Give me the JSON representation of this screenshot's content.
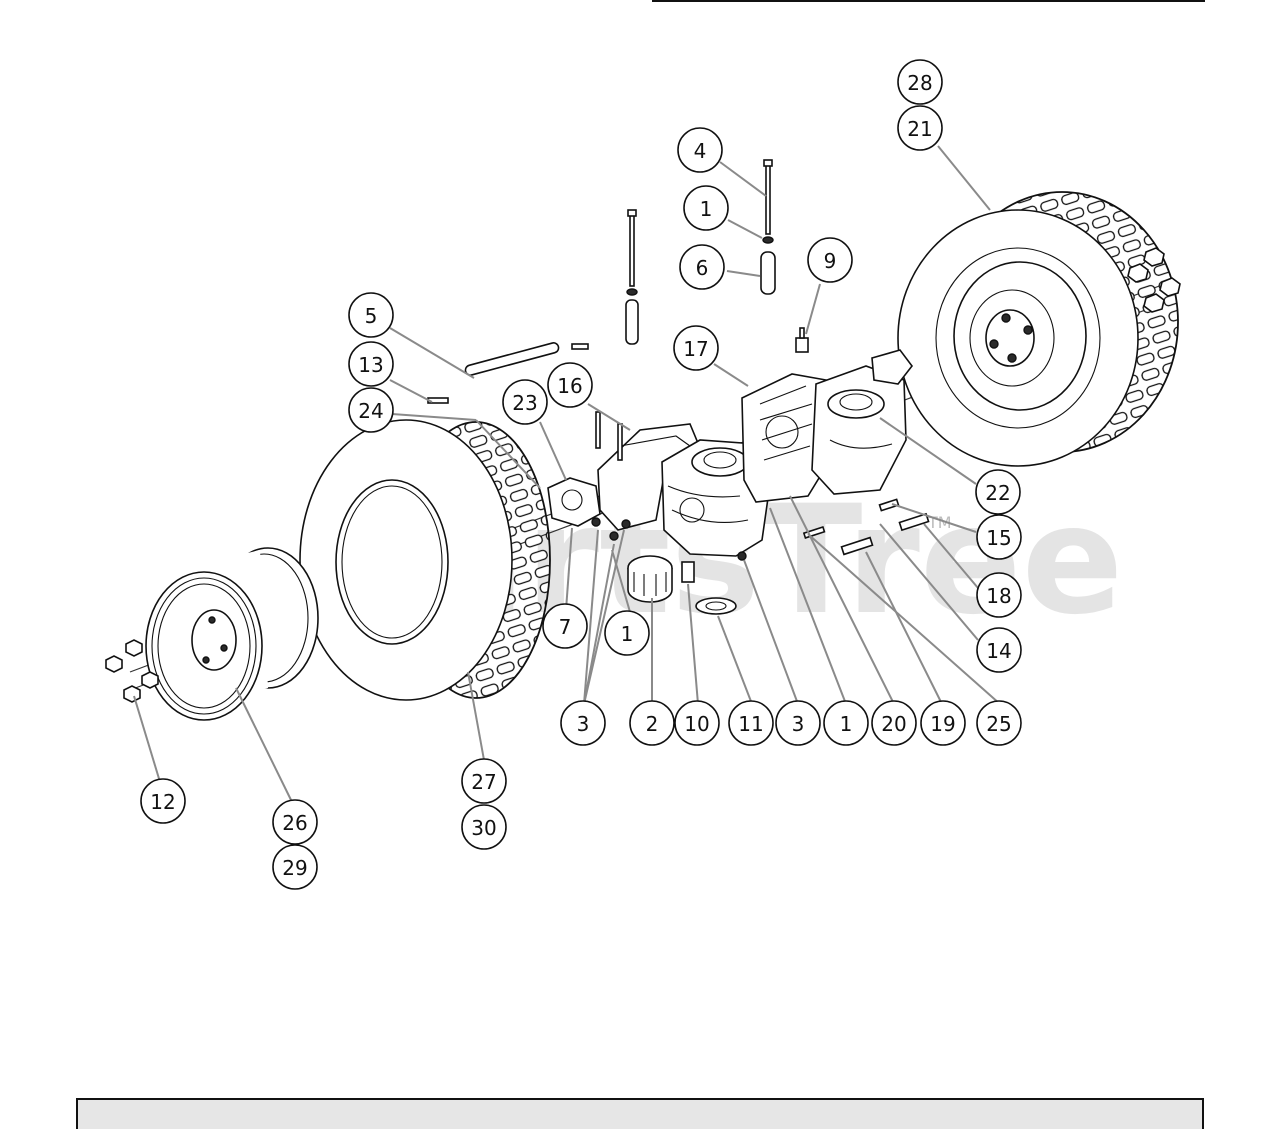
{
  "watermark": {
    "text": "PartsTree",
    "tm": "TM"
  },
  "callouts": [
    {
      "id": "c28",
      "label": "28"
    },
    {
      "id": "c21",
      "label": "21"
    },
    {
      "id": "c4",
      "label": "4"
    },
    {
      "id": "c1a",
      "label": "1"
    },
    {
      "id": "c6",
      "label": "6"
    },
    {
      "id": "c9",
      "label": "9"
    },
    {
      "id": "c5",
      "label": "5"
    },
    {
      "id": "c17",
      "label": "17"
    },
    {
      "id": "c13",
      "label": "13"
    },
    {
      "id": "c16",
      "label": "16"
    },
    {
      "id": "c23",
      "label": "23"
    },
    {
      "id": "c24",
      "label": "24"
    },
    {
      "id": "c22",
      "label": "22"
    },
    {
      "id": "c15",
      "label": "15"
    },
    {
      "id": "c18",
      "label": "18"
    },
    {
      "id": "c7",
      "label": "7"
    },
    {
      "id": "c1b",
      "label": "1"
    },
    {
      "id": "c14",
      "label": "14"
    },
    {
      "id": "c3a",
      "label": "3"
    },
    {
      "id": "c2",
      "label": "2"
    },
    {
      "id": "c10",
      "label": "10"
    },
    {
      "id": "c11",
      "label": "11"
    },
    {
      "id": "c3b",
      "label": "3"
    },
    {
      "id": "c1c",
      "label": "1"
    },
    {
      "id": "c20",
      "label": "20"
    },
    {
      "id": "c19",
      "label": "19"
    },
    {
      "id": "c25",
      "label": "25"
    },
    {
      "id": "c27",
      "label": "27"
    },
    {
      "id": "c30",
      "label": "30"
    },
    {
      "id": "c12",
      "label": "12"
    },
    {
      "id": "c26",
      "label": "26"
    },
    {
      "id": "c29",
      "label": "29"
    }
  ]
}
